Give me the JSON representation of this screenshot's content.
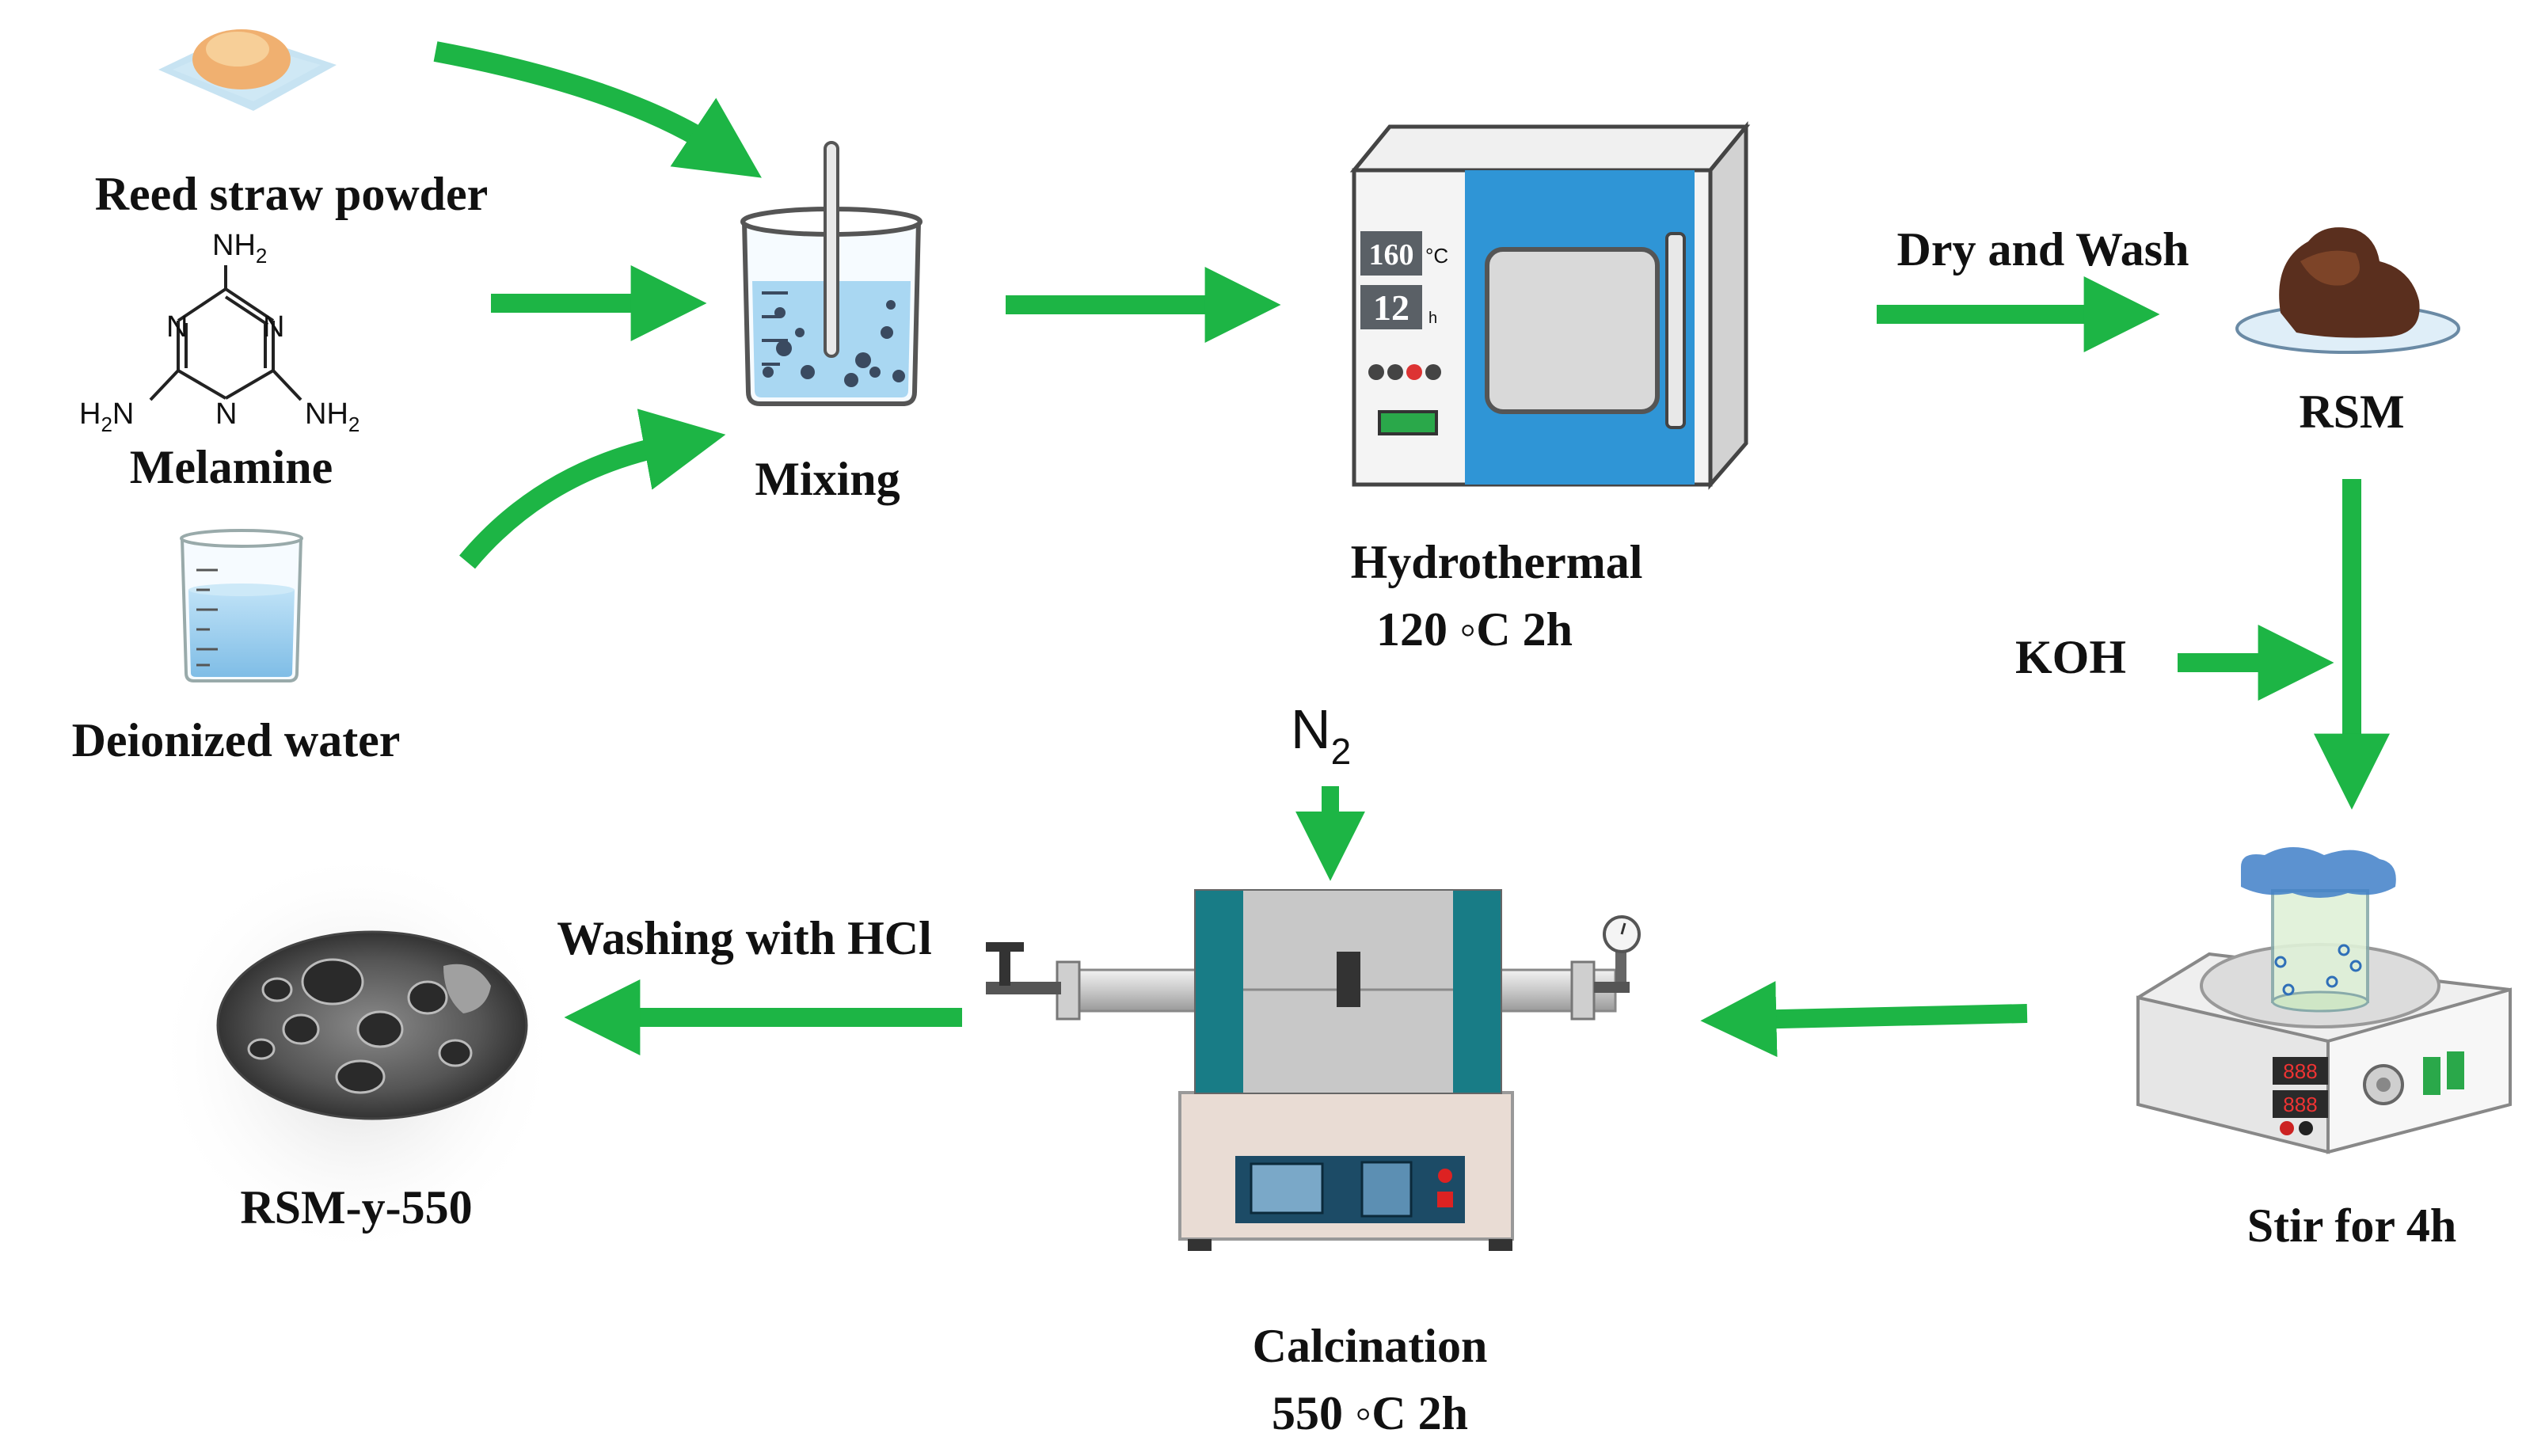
{
  "labels": {
    "reed_straw_powder": "Reed straw powder",
    "melamine": "Melamine",
    "deionized_water": "Deionized water",
    "mixing": "Mixing",
    "hydrothermal": "Hydrothermal",
    "hydrothermal_cond": "120 ◦C  2h",
    "dry_wash": "Dry and Wash",
    "rsm": "RSM",
    "koh": "KOH",
    "stir": "Stir for 4h",
    "n2": "N",
    "n2_sub": "2",
    "calcination": "Calcination",
    "calcination_cond": "550 ◦C 2h",
    "washing_hcl": "Washing with HCl",
    "product": "RSM-y-550"
  },
  "melamine_structure": {
    "top": "NH",
    "top_sub": "2",
    "left_h": "H",
    "left_h_sub": "2",
    "left_n": "N",
    "right": "NH",
    "right_sub": "2",
    "ring_n1": "N",
    "ring_n2": "N",
    "ring_n3": "N"
  },
  "oven_display": {
    "temp": "160",
    "temp_unit": "°C",
    "time": "12",
    "time_unit": "h"
  },
  "colors": {
    "arrow": "#1db545",
    "oven_blue": "#2f95d6",
    "furnace_teal": "#187c86",
    "water": "#9fd0ee",
    "text": "#111111"
  }
}
